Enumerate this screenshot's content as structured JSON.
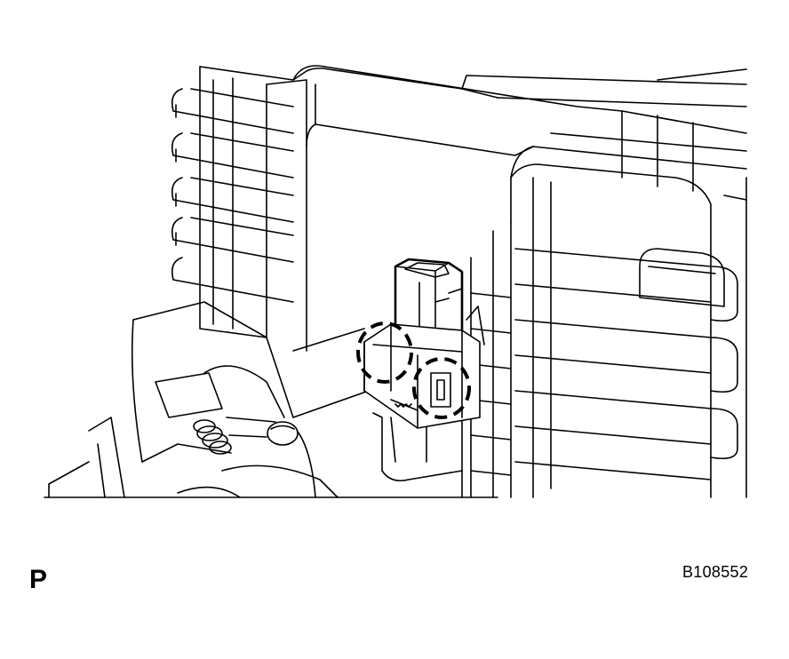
{
  "figure": {
    "view_letter": "P",
    "figure_code": "B108552"
  },
  "highlights": [
    {
      "name": "claw-left",
      "style": "dashed-circle"
    },
    {
      "name": "claw-right",
      "style": "dashed-circle"
    }
  ]
}
